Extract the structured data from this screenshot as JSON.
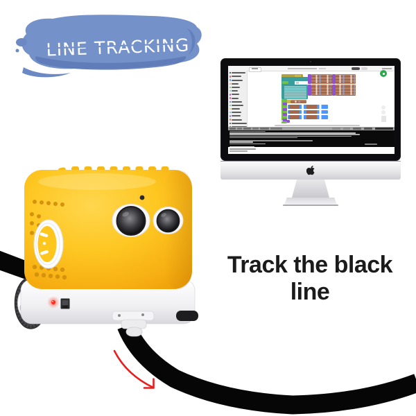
{
  "banner": {
    "label": "LINE TRACKING",
    "brush_main": "#7492c9",
    "brush_dark": "#5d79b7",
    "brush_mid": "#6c89c3",
    "text_color": "#ffffff"
  },
  "caption": {
    "text": "Track the black line",
    "color": "#1b1b1b"
  },
  "monitor": {
    "bezel_color": "#0c0c0e",
    "apple_logo_color": "#1d1d1f",
    "screen": {
      "toolbar_rects": [
        [
          30,
          1.5,
          16,
          5,
          "#ffffff",
          1
        ],
        [
          33.5,
          3,
          9,
          1.8,
          "#9a9a9a",
          0
        ],
        [
          86,
          3,
          42,
          1.8,
          "#bbbbbb",
          0
        ],
        [
          131,
          3,
          10,
          1.8,
          "#cfcfcf",
          0
        ],
        [
          178,
          1.8,
          12,
          4.4,
          "#4f4f4f",
          2
        ],
        [
          192,
          1.8,
          9,
          4.4,
          "#d6d6d6",
          2
        ],
        [
          222,
          3,
          14,
          1.8,
          "#a8a8a8",
          0
        ]
      ],
      "sidebar_items": [
        {
          "w": 20,
          "dot": "#2f2f2f"
        },
        {
          "w": 14,
          "dot": "#e05a5a"
        },
        {
          "w": 16,
          "dot": "#5a9fe0"
        },
        {
          "w": 10,
          "dot": "#e0a35a"
        },
        {
          "w": 12,
          "dot": "#7cc05e"
        },
        {
          "w": 9,
          "dot": "#58c8c0"
        },
        {
          "w": 11,
          "dot": "#b05ae0"
        },
        {
          "w": 10,
          "dot": "#e05a9a"
        },
        {
          "w": 15,
          "dot": "#5a6ee0"
        },
        {
          "w": 17,
          "dot": "#4ec788"
        },
        {
          "w": 12,
          "dot": "#e0c85a"
        },
        {
          "w": 14,
          "dot": "#5ab4e0"
        },
        {
          "w": 13,
          "dot": "#9a7ae0"
        },
        {
          "w": 15,
          "dot": "#e07a5a"
        },
        {
          "w": 36,
          "dot": "#3d3d3d"
        },
        {
          "w": 26,
          "dot": "#3d3d3d"
        }
      ],
      "workspace_rects": [
        [
          77,
          12,
          31,
          5,
          "#b2a140",
          1
        ],
        [
          96,
          12.5,
          9,
          4,
          "#c9b84e",
          1
        ],
        [
          77,
          16,
          38,
          6,
          "#3a9d9d",
          0
        ],
        [
          77,
          21,
          19,
          7,
          "#3a9d9d",
          0
        ],
        [
          78,
          22,
          9,
          4,
          "#74c043",
          1
        ],
        [
          98,
          23,
          4,
          3,
          "#cccccc",
          0
        ],
        [
          77,
          27,
          38,
          21,
          "#3a9d9d",
          1
        ],
        [
          115,
          12,
          5,
          14,
          "#8d52d4",
          1
        ],
        [
          149.5,
          12,
          5,
          14,
          "#8d52d4",
          1
        ],
        [
          115,
          26.5,
          5,
          16.5,
          "#8d52d4",
          1
        ],
        [
          149.5,
          26.5,
          5,
          16.5,
          "#8d52d4",
          1
        ],
        [
          77,
          48,
          8,
          31,
          "#74c043",
          1
        ],
        [
          79,
          53,
          6,
          4,
          "#8d52d4",
          0
        ],
        [
          79,
          60.5,
          6,
          4,
          "#8d52d4",
          0
        ],
        [
          79,
          68,
          6,
          4,
          "#8d52d4",
          0
        ],
        [
          79,
          75.5,
          6,
          4,
          "#8d52d4",
          0
        ],
        [
          85,
          49,
          5,
          5,
          "#c8b653",
          0
        ],
        [
          80,
          77.5,
          9,
          4,
          "#8d52d4",
          1
        ],
        [
          77,
          79.5,
          8,
          3,
          "#74c043",
          1
        ],
        [
          67,
          85,
          123,
          1.5,
          "#c9c9c9",
          1
        ],
        [
          219,
          6,
          10,
          10,
          "#2ea84d",
          5
        ],
        [
          222.5,
          9.5,
          3.5,
          3.5,
          "#ffffff",
          1
        ],
        [
          221,
          57,
          6,
          6,
          "#ededed",
          3
        ],
        [
          221,
          64,
          6,
          6,
          "#ededed",
          3
        ],
        [
          220.5,
          71.5,
          7,
          9,
          "#e5e5e5",
          1
        ]
      ],
      "pattern_rects": [
        [
          81,
          29,
          32,
          18,
          "dotgrid"
        ],
        [
          120,
          12,
          29.5,
          14,
          "gridrows"
        ],
        [
          154.5,
          12,
          29.5,
          14,
          "gridrows"
        ],
        [
          120,
          26.5,
          29.5,
          16.5,
          "gridrows"
        ],
        [
          154.5,
          26.5,
          29.5,
          16.5,
          "gridrows"
        ],
        [
          90,
          49,
          23,
          5,
          "gridrows"
        ],
        [
          86,
          56,
          58,
          5.5,
          "bluerow"
        ],
        [
          86,
          63.5,
          58,
          5.5,
          "bluerow"
        ],
        [
          86,
          71,
          58,
          5.5,
          "bluerow"
        ]
      ],
      "gray_strip_buttons": [
        [
          2,
          9,
          "#6e6e6e"
        ],
        [
          13,
          7,
          "#787878"
        ],
        [
          22,
          11,
          "#6e6e6e"
        ],
        [
          35,
          9,
          "#787878"
        ],
        [
          46,
          13,
          "#6e6e6e"
        ],
        [
          61,
          17,
          "#787878"
        ],
        [
          150,
          12,
          "#8a8a8a"
        ],
        [
          166,
          10,
          "#8a8a8a"
        ],
        [
          180,
          12,
          "#6a6a6a"
        ],
        [
          196,
          12,
          "#565656"
        ],
        [
          212,
          26,
          "#2e2e2e"
        ]
      ],
      "console_lines": [
        [
          52,
          "#45b96b"
        ],
        [
          182,
          "#bdbdbd"
        ],
        [
          188,
          "#a9a9a9"
        ],
        [
          176,
          "#b3b3b3"
        ],
        [
          98,
          "#9e9e9e"
        ],
        [
          0,
          ""
        ],
        [
          120,
          "#8f8f8f"
        ],
        [
          34,
          "#c2c2c2"
        ],
        [
          52,
          "#b0b0b0"
        ],
        [
          0,
          ""
        ],
        [
          36,
          "#cccccc"
        ]
      ],
      "console_right": [
        18,
        "#7d7d7d"
      ],
      "bottom_lines": [
        [
          38,
          "#9a9a9a"
        ],
        [
          26,
          "#ababab"
        ]
      ]
    }
  },
  "robot": {
    "body": "#fec722",
    "body_light": "#ffd64e",
    "body_shade": "#efa10a",
    "stud": "#f5ba18",
    "vent": "#d4920e",
    "base": "#f2f2f5",
    "wheel_tire": "#48484a",
    "wheel_hub": "#fbfbfd",
    "eye_ring": "#f8f8f8",
    "lens_dark": "#1a1a1c",
    "dial_face": "#ffc61e",
    "led": "#ff2a1e"
  },
  "track_line_color": "#060606",
  "arrow": {
    "color": "#e81e1e"
  }
}
